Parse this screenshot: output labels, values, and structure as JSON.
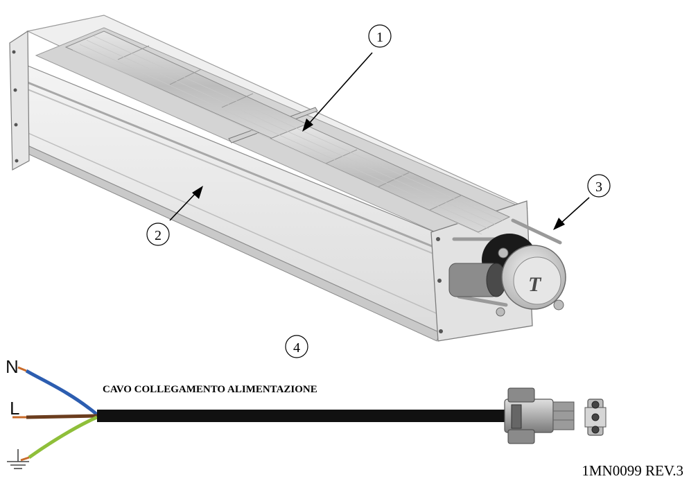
{
  "callouts": [
    "1",
    "2",
    "3",
    "4"
  ],
  "wire_labels": {
    "neutral": "N",
    "live": "L"
  },
  "cable_title": "CAVO COLLEGAMENTO ALIMENTAZIONE",
  "doc_code": "1MN0099 REV.3",
  "wire_colors": {
    "neutral": "#2c5db0",
    "live": "#6b3d1e",
    "earth": "#8fbf3a",
    "cable": "#111111"
  },
  "icons": [
    "earth-ground-icon",
    "brand-logo-t"
  ]
}
